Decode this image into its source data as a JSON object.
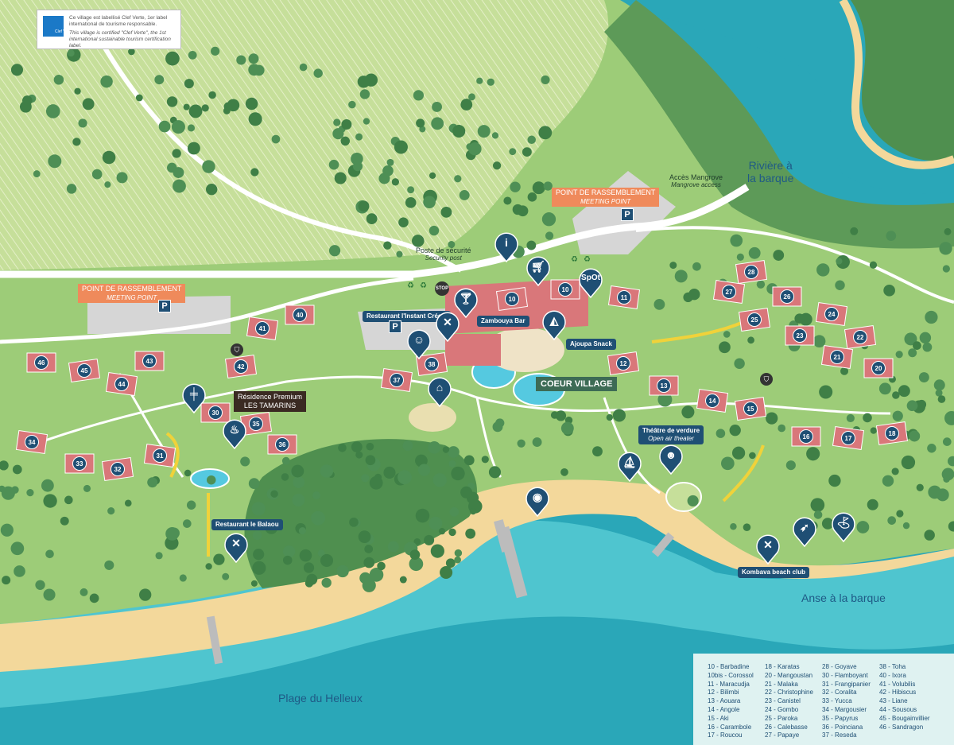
{
  "certification": {
    "label_fr": "Ce village est labellisé Clef Verte, 1er label international de tourisme responsable.",
    "label_en": "This village is certified \"Clef Verte\", the 1st international sustainable tourism certification label.",
    "logo_text": "Clef Verte"
  },
  "places": {
    "mangrove_fr": "Accès Mangrove",
    "mangrove_en": "Mangrove access",
    "security_fr": "Poste de sécurité",
    "security_en": "Security post",
    "meeting_fr": "POINT DE RASSEMBLEMENT",
    "meeting_en": "MEETING POINT",
    "restaurant_creole": "Restaurant l'Instant Créole",
    "zambouya_bar": "Zambouya Bar",
    "ajoupa_snack": "Ajoupa Snack",
    "coeur_village": "COEUR VILLAGE",
    "residence_line1": "Résidence Premium",
    "residence_line2": "LES TAMARINS",
    "theatre_fr": "Théâtre de verdure",
    "theatre_en": "Open air theater",
    "restaurant_balaou": "Restaurant le Balaou",
    "kombava": "Kombava beach club",
    "stop": "STOP",
    "spot": "SpOt",
    "parking": "P"
  },
  "water_labels": {
    "riviere_line1": "Rivière à",
    "riviere_line2": "la barque",
    "anse": "Anse à la barque",
    "plage": "Plage du Helleux"
  },
  "buildings": [
    "10",
    "10",
    "11",
    "12",
    "13",
    "14",
    "15",
    "16",
    "17",
    "18",
    "20",
    "21",
    "22",
    "23",
    "24",
    "25",
    "26",
    "27",
    "28",
    "30",
    "31",
    "32",
    "33",
    "34",
    "35",
    "36",
    "37",
    "38",
    "40",
    "41",
    "42",
    "43",
    "44",
    "45",
    "46"
  ],
  "icons": [
    "info-icon",
    "shopping-cart-icon",
    "cocktail-icon",
    "restaurant-icon",
    "pizza-icon",
    "chef-icon",
    "playground-icon",
    "fitness-icon",
    "spa-icon",
    "sailing-icon",
    "theatre-masks-icon",
    "volleyball-icon",
    "archery-icon",
    "golf-icon",
    "security-icon",
    "parking-icon",
    "recycling-icon"
  ],
  "legend": {
    "columns": [
      [
        "10 - Barbadine",
        "10bis - Corossol",
        "11 - Maracudja",
        "12 - Bilimbi",
        "13 - Aouara",
        "14 - Angole",
        "15 - Aki",
        "16 - Carambole",
        "17 - Roucou"
      ],
      [
        "18 - Karatas",
        "20 - Mangoustan",
        "21 - Malaka",
        "22 - Christophine",
        "23 - Canistel",
        "24 - Gombo",
        "25 - Paroka",
        "26 - Calebasse",
        "27 - Papaye"
      ],
      [
        "28 - Goyave",
        "30 - Flamboyant",
        "31 - Frangipanier",
        "32 - Coralita",
        "33 - Yucca",
        "34 - Margousier",
        "35 - Papyrus",
        "36 - Poinciana",
        "37 - Reseda"
      ],
      [
        "38 - Toha",
        "40 - Ixora",
        "41 - Volubilis",
        "42 - Hibiscus",
        "43 - Liane",
        "44 - Sousous",
        "45 - Bougainvillier",
        "46 - Sandragon"
      ]
    ]
  },
  "colors": {
    "sea": "#2aa7b8",
    "lagoon": "#4fc5cf",
    "land": "#9dcc78",
    "field": "#c6df9a",
    "forest": "#4f8f4f",
    "sand": "#f3d89b",
    "road": "#ffffff",
    "roof": "#d9777a",
    "pin": "#1f4f74",
    "meeting": "#ef8a5b",
    "path_yellow": "#f0d23a"
  }
}
